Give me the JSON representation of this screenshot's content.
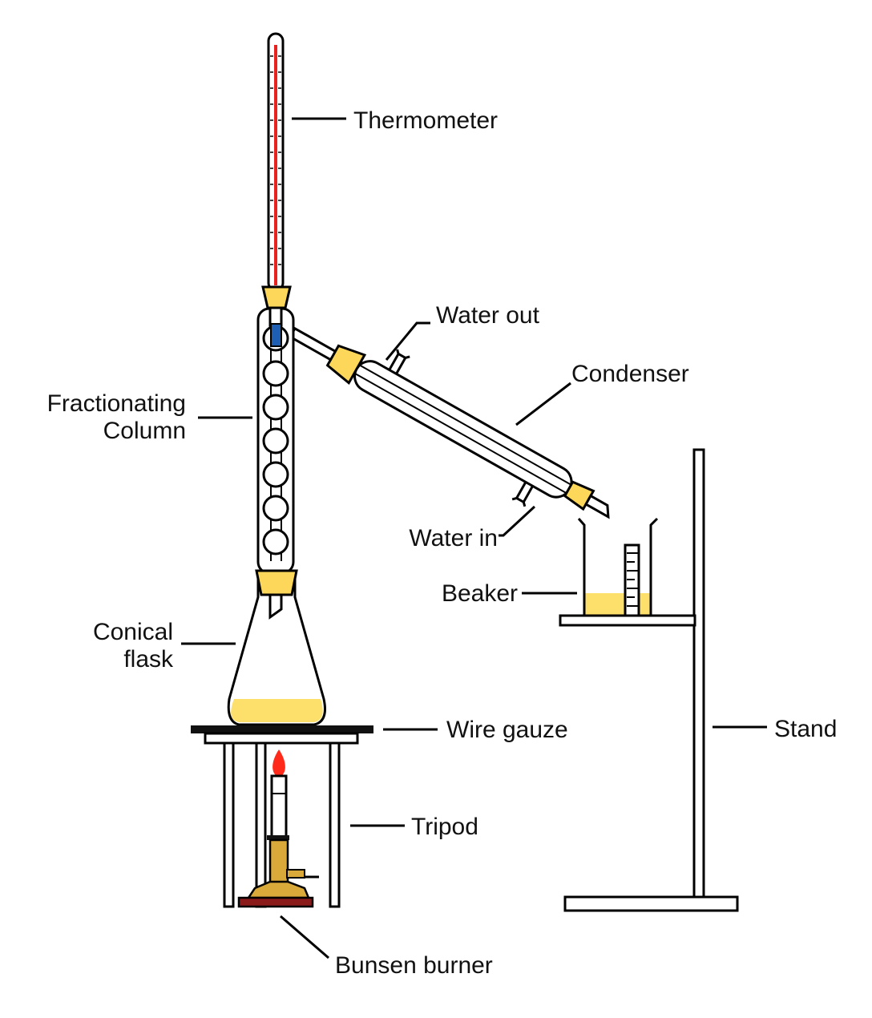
{
  "labels": {
    "thermometer": "Thermometer",
    "water_out": "Water out",
    "condenser": "Condenser",
    "fractionating_line1": "Fractionating",
    "fractionating_line2": "Column",
    "water_in": "Water in",
    "beaker": "Beaker",
    "conical_line1": "Conical",
    "conical_line2": "flask",
    "wire_gauze": "Wire gauze",
    "stand": "Stand",
    "tripod": "Tripod",
    "bunsen_burner": "Bunsen burner"
  },
  "colors": {
    "liquid": "#fde06b",
    "stopper": "#fcd75a",
    "thermometer_mercury": "#e8231f",
    "thermometer_bulb": "#1f5fb3",
    "flame": "#ff2a1a",
    "burner_body": "#d9a93a",
    "burner_base": "#8b1a1a",
    "outline": "#000000"
  }
}
